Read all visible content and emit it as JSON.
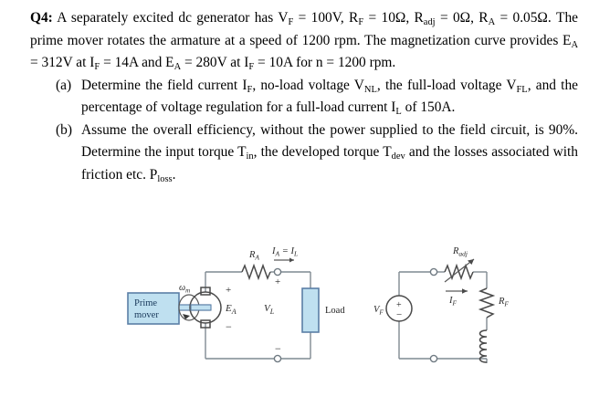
{
  "document": {
    "question_label": "Q4:",
    "stem": {
      "line1_a": "A separately excited dc generator has V",
      "sub_F1": "F",
      "line1_b": " = 100V, R",
      "sub_F2": "F",
      "line1_c": " = 10Ω, R",
      "sub_adj": "adj",
      "line1_d": " = 0Ω, R",
      "sub_A1": "A",
      "line1_e": " = 0.05Ω. The prime mover rotates the armature at a speed of 1200 rpm. The magnetization curve provides E",
      "sub_A2": "A",
      "line1_f": " = 312V at I",
      "sub_F3": "F",
      "line1_g": " = 14A and E",
      "sub_A3": "A",
      "line1_h": " = 280V at I",
      "sub_F4": "F",
      "line1_i": " = 10A for n = 1200 rpm."
    },
    "parts": [
      {
        "marker": "(a)",
        "t1": "Determine the field current I",
        "s1": "F",
        "t2": ", no-load voltage V",
        "s2": "NL",
        "t3": ", the full-load voltage V",
        "s3": "FL",
        "t4": ", and the percentage of voltage regulation for a full-load current I",
        "s4": "L",
        "t5": " of 150A."
      },
      {
        "marker": "(b)",
        "t1": "Assume the overall efficiency, without the power supplied to the field circuit, is 90%. Determine the input torque T",
        "s1": "in",
        "t2": ", the developed torque T",
        "s2": "dev",
        "t3": " and the losses associated with friction etc. P",
        "s3": "loss",
        "t4": "."
      }
    ]
  },
  "figure": {
    "armature_circuit": {
      "prime_mover_line1": "Prime",
      "prime_mover_line2": "mover",
      "omega_label": "ω",
      "omega_sub": "m",
      "ea_label": "E",
      "ea_sub": "A",
      "ea_plus": "+",
      "ea_minus": "−",
      "ra_label": "R",
      "ra_sub": "A",
      "current_label_1": "I",
      "current_sub_1": "A",
      "current_eq": " = ",
      "current_label_2": "I",
      "current_sub_2": "L",
      "terminal_plus": "+",
      "terminal_minus": "−",
      "vl_label": "V",
      "vl_sub": "L",
      "load_label": "Load"
    },
    "field_circuit": {
      "vf_label": "V",
      "vf_sub": "F",
      "vf_plus": "+",
      "vf_minus": "−",
      "radj_label": "R",
      "radj_sub": "adj",
      "if_label": "I",
      "if_sub": "F",
      "rf_label": "R",
      "rf_sub": "F"
    }
  },
  "colors": {
    "box_fill": "#bfe0f0",
    "box_stroke": "#5b7fa6",
    "wire": "#7f8a92",
    "text": "#000000",
    "label": "#2a2a2a"
  }
}
